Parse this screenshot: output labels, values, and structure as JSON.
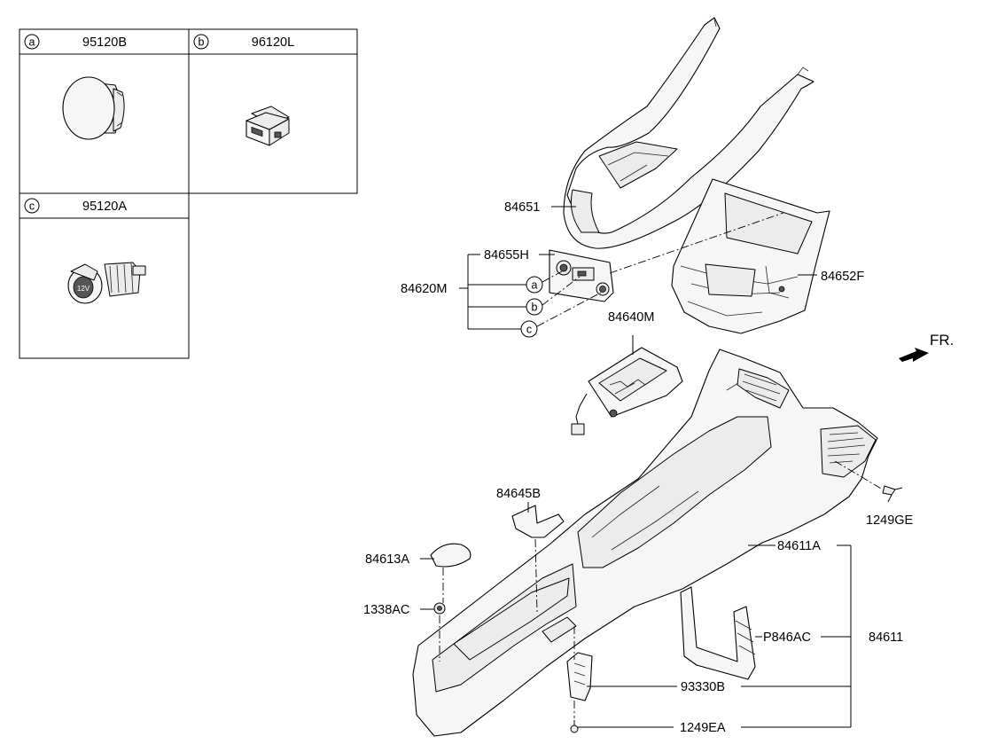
{
  "legend": {
    "a": {
      "letter": "a",
      "part": "95120B"
    },
    "b": {
      "letter": "b",
      "part": "96120L"
    },
    "c": {
      "letter": "c",
      "part": "95120A"
    }
  },
  "parts": {
    "p84651": "84651",
    "p84655H": "84655H",
    "p84620M": "84620M",
    "p84652F": "84652F",
    "p84640M": "84640M",
    "fr": "FR.",
    "p1249GE": "1249GE",
    "p84645B": "84645B",
    "p84611A": "84611A",
    "p84613A": "84613A",
    "p1338AC": "1338AC",
    "pP846AC": "P846AC",
    "p84611": "84611",
    "p93330B": "93330B",
    "p1249EA": "1249EA"
  },
  "callouts": {
    "a": "a",
    "b": "b",
    "c": "c"
  },
  "icon_text": {
    "socket_12v": "12V"
  }
}
